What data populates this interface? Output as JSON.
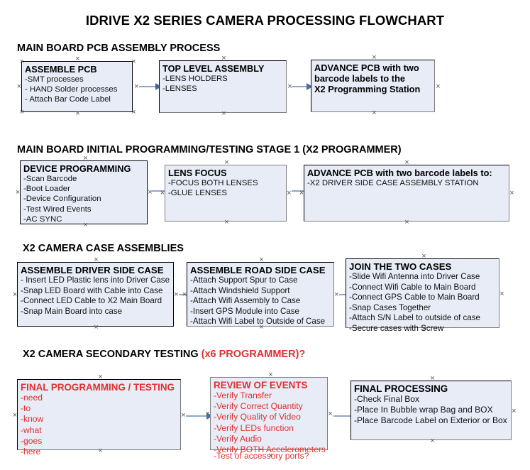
{
  "document": {
    "title": "IDRIVE X2  SERIES CAMERA PROCESSING FLOWCHART",
    "accent_color": "#e03030",
    "box_fill_color": "#e7ecf6",
    "connector_color": "#8fa8c8",
    "arrowhead_color": "#4a6fa5"
  },
  "sections": [
    {
      "heading": "MAIN BOARD PCB ASSEMBLY PROCESS",
      "heading_accent": "",
      "boxes": [
        {
          "title": "ASSEMBLE PCB",
          "lines": [
            "-SMT processes",
            "- HAND Solder processes",
            "- Attach Bar Code Label"
          ]
        },
        {
          "title": "TOP LEVEL ASSEMBLY",
          "lines": [
            "-LENS HOLDERS",
            "-LENSES"
          ]
        },
        {
          "title": "ADVANCE PCB with two",
          "lines": [
            "barcode labels to the",
            " X2 Programming Station"
          ]
        }
      ]
    },
    {
      "heading": "MAIN BOARD INITIAL PROGRAMMING/TESTING STAGE 1 (X2 PROGRAMMER)",
      "heading_accent": "",
      "boxes": [
        {
          "title": "DEVICE PROGRAMMING",
          "lines": [
            "-Scan Barcode",
            "-Boot Loader",
            "-Device Configuration",
            "-Test Wired Events",
            "-AC SYNC"
          ]
        },
        {
          "title": "LENS FOCUS",
          "lines": [
            "-FOCUS BOTH LENSES",
            "-GLUE LENSES"
          ]
        },
        {
          "title": "ADVANCE PCB with two barcode labels to:",
          "lines": [
            "-X2 DRIVER  SIDE  CASE  ASSEMBLY STATION"
          ]
        }
      ]
    },
    {
      "heading": "X2 CAMERA CASE ASSEMBLIES",
      "heading_accent": "",
      "boxes": [
        {
          "title": "ASSEMBLE DRIVER SIDE CASE",
          "lines": [
            "- Insert LED Plastic lens into Driver Case",
            "-Snap LED Board with Cable into Case",
            "-Connect LED Cable to X2 Main Board",
            "-Snap Main Board into case"
          ]
        },
        {
          "title": "ASSEMBLE ROAD SIDE CASE",
          "lines": [
            "-Attach Support Spur to Case",
            "-Attach Windshield Support",
            "-Attach Wifi Assembly to Case",
            "-Insert GPS Module into Case",
            "-Attach Wifi Label to Outside of Case"
          ]
        },
        {
          "title": "JOIN THE TWO CASES",
          "lines": [
            "-Slide Wifi Antenna into Driver Case",
            "-Connect Wifi Cable to Main Board",
            "-Connect GPS Cable to Main Board",
            "-Snap Cases Together",
            "-Attach S/N Label to outside of case",
            "-Secure cases with Screw"
          ]
        }
      ]
    },
    {
      "heading": "X2 CAMERA SECONDARY TESTING ",
      "heading_accent": "(x6 PROGRAMMER)?",
      "boxes": [
        {
          "title": "FINAL PROGRAMMING / TESTING",
          "lines": [
            "-need",
            "-to",
            "-know",
            "-what",
            "-goes",
            "-here"
          ]
        },
        {
          "title": "REVIEW OF EVENTS",
          "lines": [
            "-Verify Transfer",
            "-Verify Correct Quantity",
            "-Verify Quality of Video",
            "-Verify LEDs function",
            "-Verify Audio",
            "-Verify BOTH Accelerometers"
          ],
          "overflow_line": "-Test of accessory ports?"
        },
        {
          "title": "FINAL PROCESSING",
          "lines": [
            " -Check Final Box",
            "-Place In Bubble wrap Bag and BOX",
            "-Place Barcode Label on Exterior or Box"
          ]
        }
      ]
    }
  ]
}
